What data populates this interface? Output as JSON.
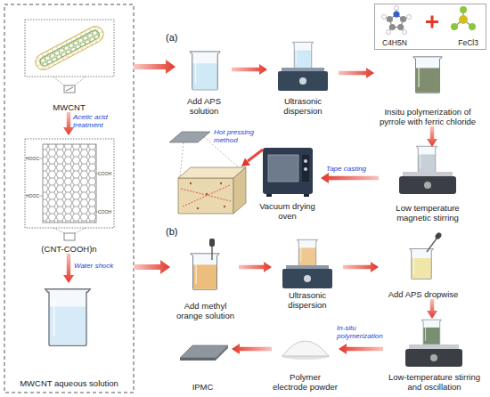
{
  "diagram": {
    "nodes": [
      {
        "text": [
          "MWCNT"
        ]
      },
      {
        "text": [
          "(CNT-COOH)n"
        ]
      },
      {
        "text": [
          "MWCNT aqueous solution"
        ]
      },
      {
        "text": [
          "Add APS solution"
        ]
      },
      {
        "text": [
          "Ultrasonic dispersion"
        ]
      },
      {
        "text": [
          "Insitu polymerization of pyrrole with ferric chloride"
        ]
      },
      {
        "text": [
          "C4H5N",
          "FeCl3"
        ]
      },
      {
        "text": [
          "Low temperature magnetic stirring"
        ]
      },
      {
        "text": [
          "Vacuum drying oven"
        ]
      },
      {
        "text": [
          "Add methyl orange solution"
        ]
      },
      {
        "text": [
          "Ultrasonic dispersion"
        ]
      },
      {
        "text": [
          "Add APS dropwise"
        ]
      },
      {
        "text": [
          "Low-temperature stirring and oscillation"
        ]
      },
      {
        "text": [
          "Polymer electrode powder"
        ]
      },
      {
        "text": [
          "IPMC"
        ]
      }
    ],
    "edges": [
      {
        "from": 0,
        "to": 1,
        "label": "Acetic acid treatment",
        "arrow": "to"
      },
      {
        "from": 1,
        "to": 2,
        "label": "Water shock",
        "arrow": "to"
      },
      {
        "from": 3,
        "to": 4,
        "arrow": "to"
      },
      {
        "from": 4,
        "to": 5,
        "arrow": "to"
      },
      {
        "from": 5,
        "to": 7,
        "arrow": "to"
      },
      {
        "from": 7,
        "to": 8,
        "label": "Tape casting",
        "arrow": "to"
      },
      {
        "from": 9,
        "to": 10,
        "arrow": "to"
      },
      {
        "from": 10,
        "to": 11,
        "arrow": "to"
      },
      {
        "from": 11,
        "to": 12,
        "arrow": "to"
      },
      {
        "from": 12,
        "to": 13,
        "label": "In-situ polymerization",
        "arrow": "to"
      },
      {
        "from": 13,
        "to": 14,
        "arrow": "to"
      }
    ],
    "labels": [
      "(a)",
      "(b)",
      "Hot pressing method",
      "HOOC",
      "HOOC",
      "COOH",
      "COOH"
    ]
  }
}
